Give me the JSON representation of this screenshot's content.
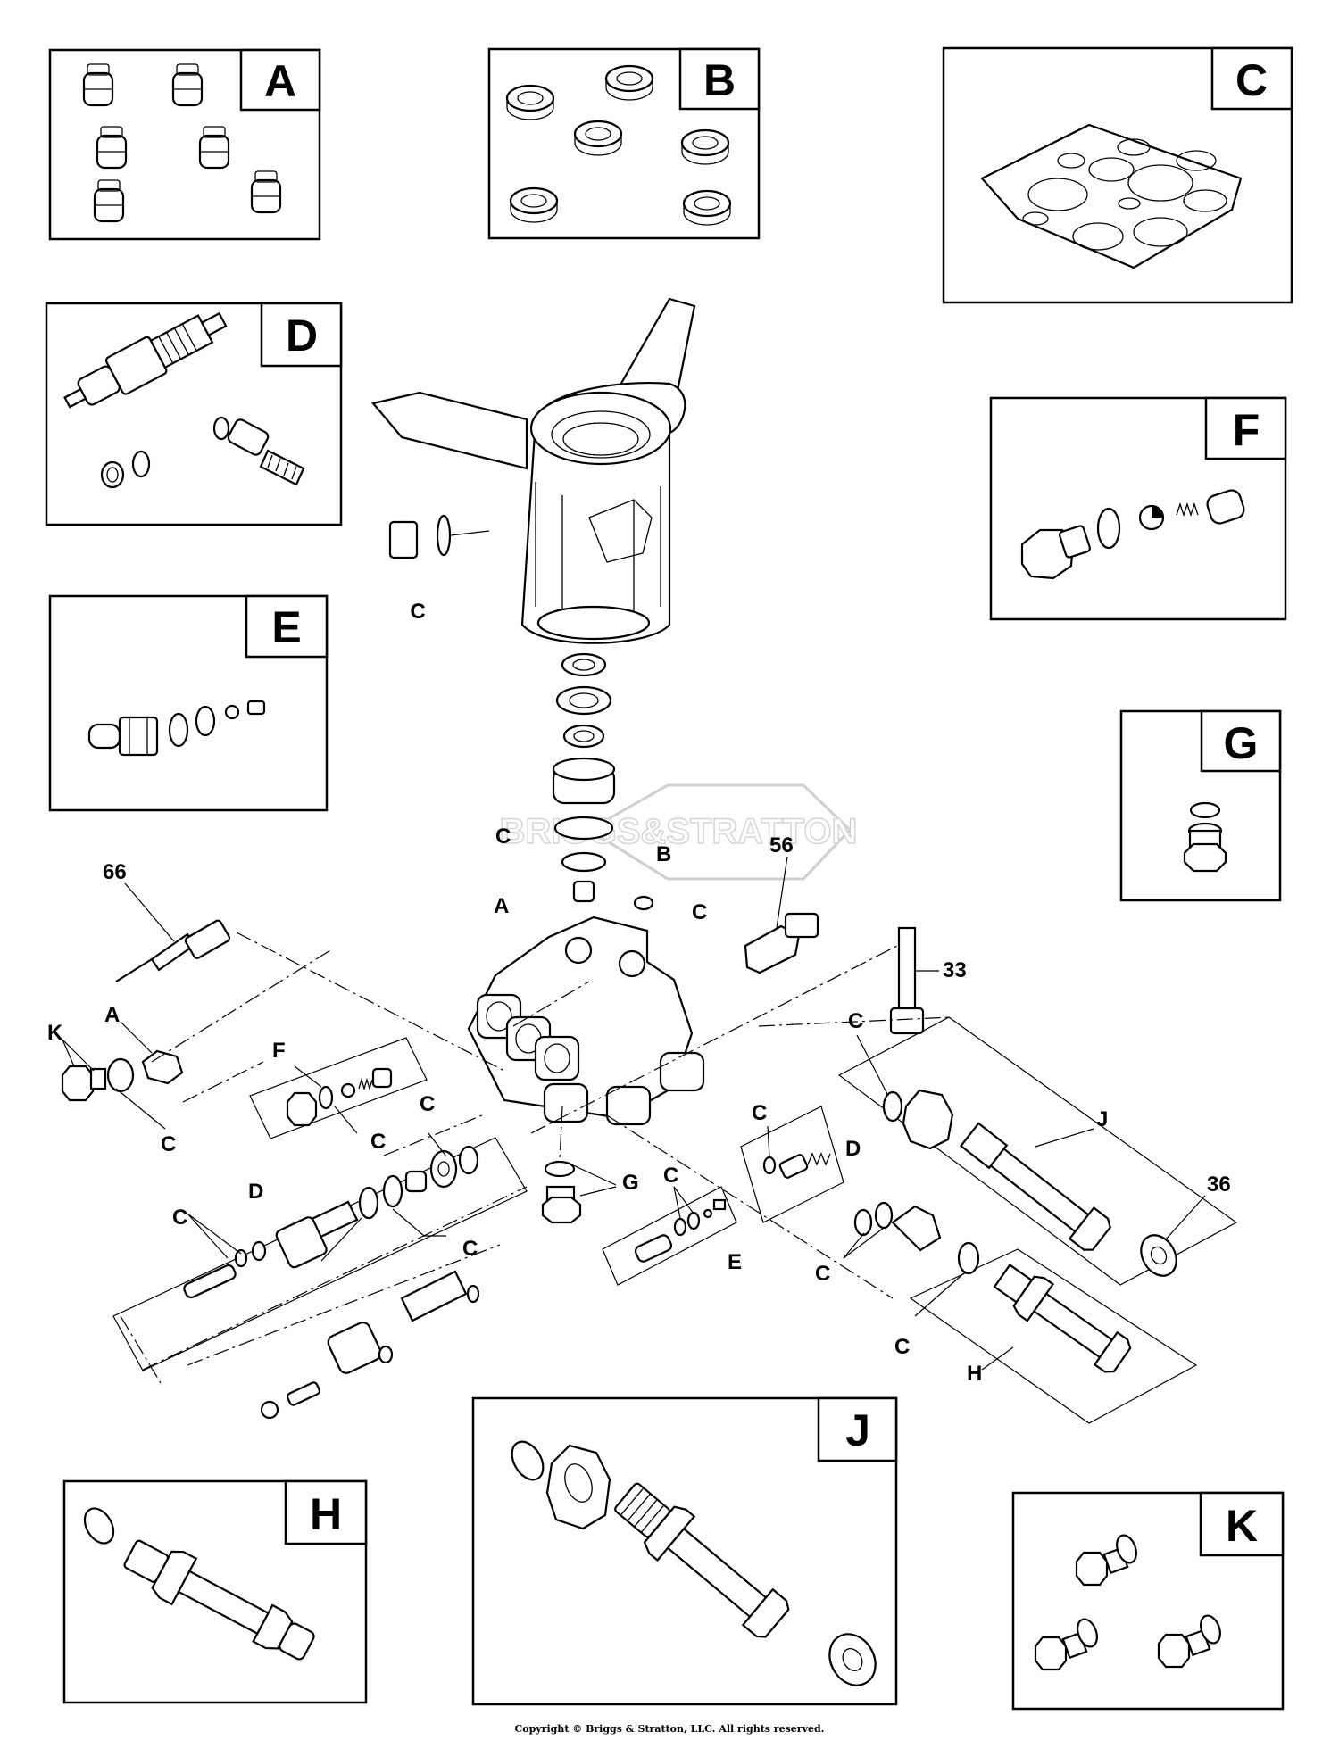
{
  "insets": {
    "a": "A",
    "b": "B",
    "c": "C",
    "d": "D",
    "e": "E",
    "f": "F",
    "g": "G",
    "h": "H",
    "j": "J",
    "k": "K"
  },
  "watermark": "BRIGGS&STRATTON",
  "callouts": {
    "c_head": "C",
    "c_seal": "C",
    "b_seal": "B",
    "a_valve": "A",
    "c_ball": "C",
    "n56": "56",
    "n66": "66",
    "n33": "33",
    "k_plug": "K",
    "a_left": "A",
    "c_left": "C",
    "f_group": "F",
    "c_f": "C",
    "c_d_top": "C",
    "d_group": "D",
    "c_d_left": "C",
    "c_d_mid": "C",
    "g_group": "G",
    "c_e": "C",
    "e_group": "E",
    "c_d2": "C",
    "d2_group": "D",
    "c_j": "C",
    "j_group": "J",
    "n36": "36",
    "c_lower": "C",
    "c_h": "C",
    "h_group": "H"
  },
  "copyright": "Copyright © Briggs & Stratton, LLC. All rights reserved."
}
